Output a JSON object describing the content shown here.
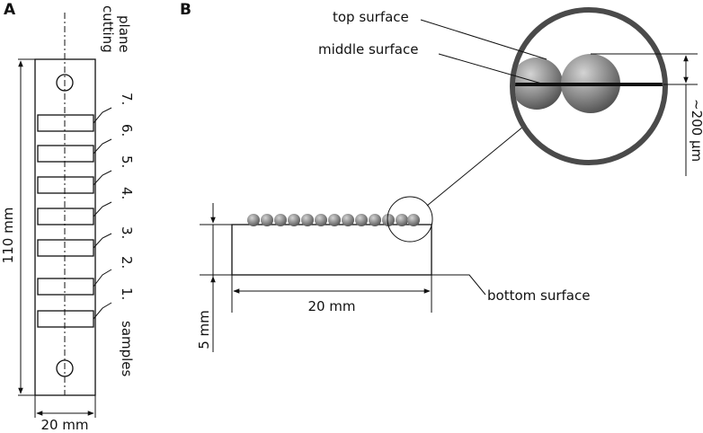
{
  "panel_a": {
    "letter": "A",
    "cutting_plane": [
      "cutting",
      "plane"
    ],
    "samples_label": "samples",
    "sample_numbers": [
      "1.",
      "2.",
      "3.",
      "4.",
      "5.",
      "6.",
      "7."
    ],
    "height_dim": "110 mm",
    "width_dim": "20 mm"
  },
  "panel_b": {
    "letter": "B",
    "top_surface": "top surface",
    "middle_surface": "middle surface",
    "bottom_surface": "bottom surface",
    "layer_dim": "~200 µm",
    "thickness_dim": "5 mm",
    "width_dim": "20 mm"
  }
}
